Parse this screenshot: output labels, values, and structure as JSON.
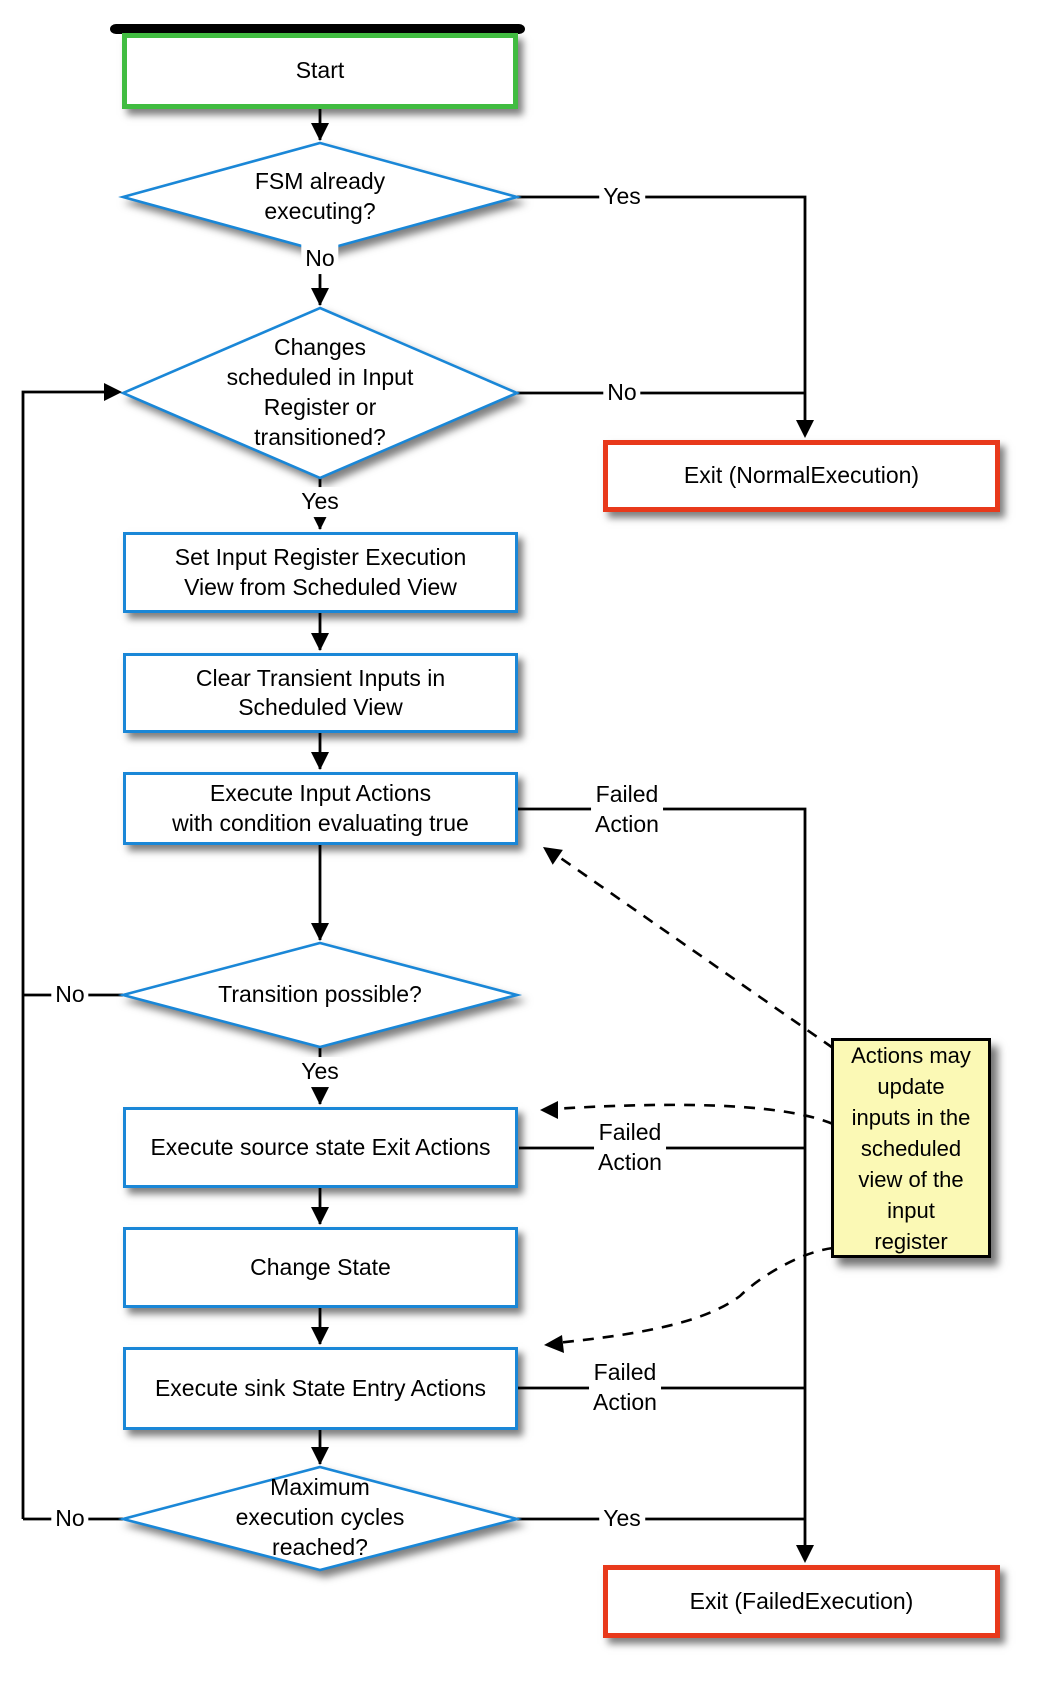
{
  "colors": {
    "process_border": "#1a87d7",
    "start_border": "#41bc41",
    "exit_border": "#e8391b",
    "note_fill": "#fbf9b5",
    "line": "#000000"
  },
  "nodes": {
    "start": {
      "label": "Start"
    },
    "fsm_executing": {
      "label": "FSM already\nexecuting?"
    },
    "changes_scheduled": {
      "label": "Changes\nscheduled in Input\nRegister or\ntransitioned?"
    },
    "exit_normal": {
      "label": "Exit (NormalExecution)"
    },
    "set_input_register": {
      "label": "Set Input Register Execution\nView from Scheduled View"
    },
    "clear_transient": {
      "label": "Clear Transient Inputs in\nScheduled View"
    },
    "execute_input_actions": {
      "label": "Execute Input Actions\nwith condition evaluating true"
    },
    "transition_possible": {
      "label": "Transition possible?"
    },
    "execute_exit_actions": {
      "label": "Execute source state Exit Actions"
    },
    "change_state": {
      "label": "Change State"
    },
    "execute_entry_actions": {
      "label": "Execute sink State Entry Actions"
    },
    "max_cycles": {
      "label": "Maximum\nexecution cycles\nreached?"
    },
    "exit_failed": {
      "label": "Exit (FailedExecution)"
    },
    "note": {
      "label": "Actions may\nupdate\ninputs in the\nscheduled\nview of the\ninput\nregister"
    }
  },
  "edges": {
    "yes_fsm": "Yes",
    "no_fsm": "No",
    "no_changes": "No",
    "yes_changes": "Yes",
    "failed_input": "Failed\nAction",
    "no_transition": "No",
    "yes_transition": "Yes",
    "failed_exit": "Failed\nAction",
    "failed_entry": "Failed\nAction",
    "no_max": "No",
    "yes_max": "Yes"
  }
}
